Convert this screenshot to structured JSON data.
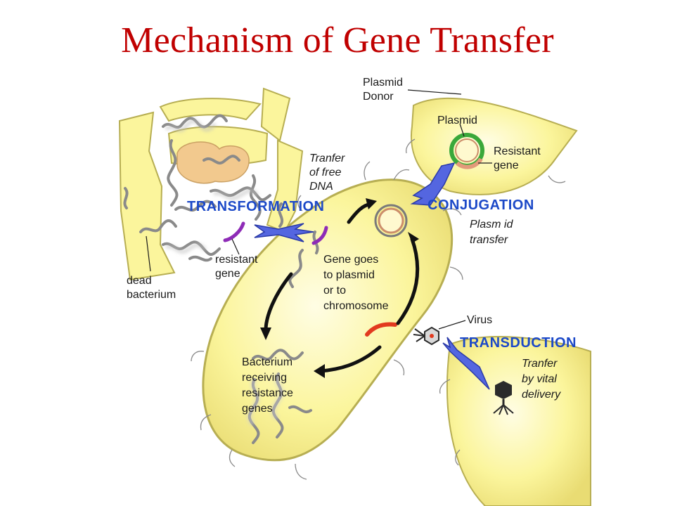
{
  "title": "Mechanism of Gene Transfer",
  "colors": {
    "title": "#c00000",
    "cell_fill": "#fbf59c",
    "cell_stroke": "#b7ae52",
    "heading": "#1c49c8",
    "arrow_blue": "#5466e0",
    "dna": "#8a8a8a",
    "resistant_gene_purple": "#8e2bb7",
    "resistant_gene_red": "#e23a1f",
    "plasmid_green": "#3aa83a"
  },
  "labels": {
    "plasmid_donor_1": "Plasmid",
    "plasmid_donor_2": "Donor",
    "plasmid": "Plasmid",
    "resistant_gene_1": "Resistant",
    "resistant_gene_2": "gene",
    "transfer_free_dna_1": "Tranfer",
    "transfer_free_dna_2": "of free",
    "transfer_free_dna_3": "DNA",
    "transformation": "TRANSFORMATION",
    "conjugation": "CONJUGATION",
    "plasmid_transfer_1": "Plasm id",
    "plasmid_transfer_2": "transfer",
    "resistant_gene_small_1": "resistant",
    "resistant_gene_small_2": "gene",
    "gene_goes_1": "Gene goes",
    "gene_goes_2": "to plasmid",
    "gene_goes_3": "or to",
    "gene_goes_4": "chromosome",
    "dead_bacterium_1": "dead",
    "dead_bacterium_2": "bacterium",
    "virus": "Virus",
    "transduction": "TRANSDUCTION",
    "viral_delivery_1": "Tranfer",
    "viral_delivery_2": "by vital",
    "viral_delivery_3": "delivery",
    "receiving_1": "Bacterium",
    "receiving_2": "receiving",
    "receiving_3": "resistance",
    "receiving_4": "genes"
  }
}
